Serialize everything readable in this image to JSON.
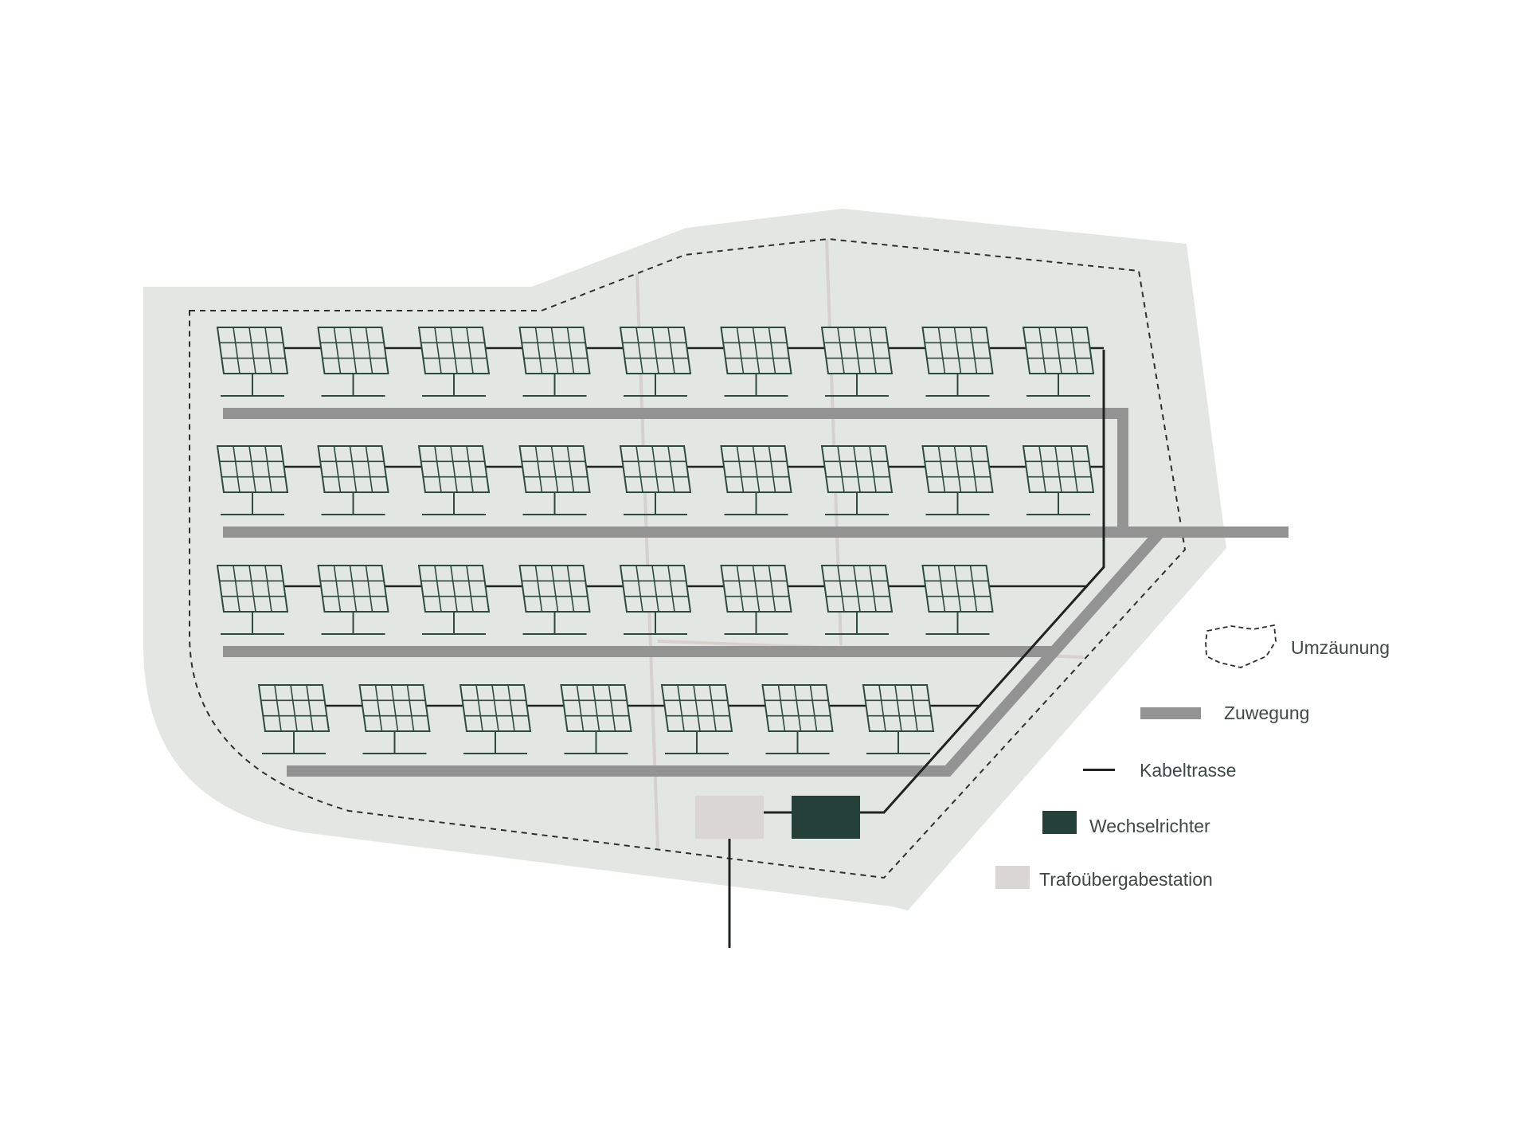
{
  "colors": {
    "site": "#e3e7e4",
    "fence": "#2b2f2e",
    "road": "#939393",
    "cable": "#1f2322",
    "panel": "#2c4a3d",
    "inverter": "#253f39",
    "substation": "#d9d6d5",
    "path": "#d6d0cf",
    "text": "#3f4a48"
  },
  "plant": {
    "panel_rows": [
      9,
      9,
      8,
      7
    ]
  },
  "legend": {
    "fence_label": "Umzäunung",
    "road_label": "Zuwegung",
    "cable_label": "Kabeltrasse",
    "inverter_label": "Wechselrichter",
    "substation_label": "Trafoübergabestation"
  }
}
